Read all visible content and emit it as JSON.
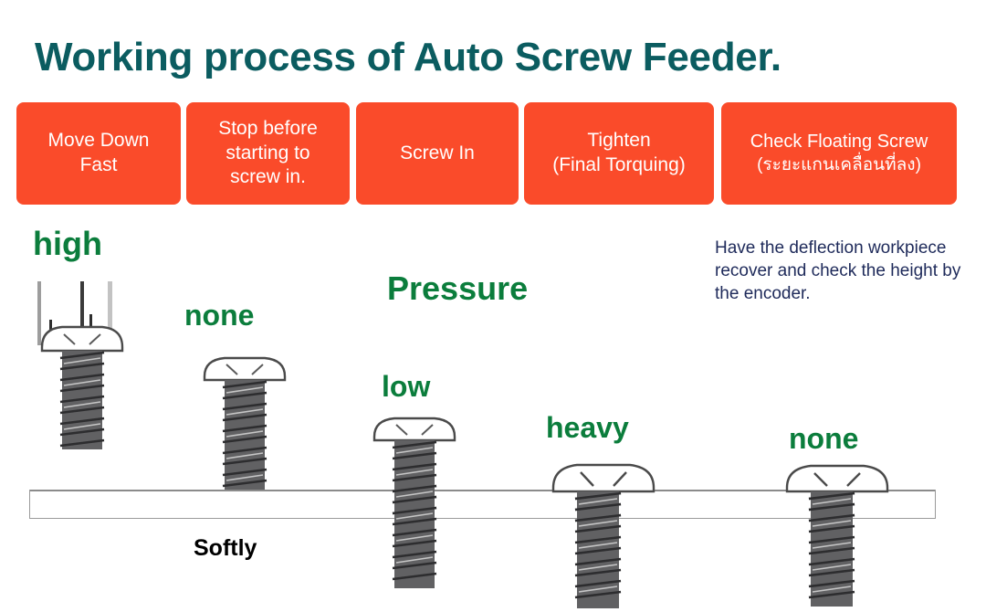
{
  "title": "Working process of Auto Screw Feeder.",
  "steps": [
    {
      "label": "Move Down\nFast"
    },
    {
      "label": "Stop before\nstarting to\nscrew in."
    },
    {
      "label": "Screw In"
    },
    {
      "label": "Tighten\n(Final Torquing)"
    },
    {
      "label_en": "Check Floating Screw",
      "label_th": "(ระยะแกนเคลื่อนที่ลง)"
    }
  ],
  "pressure_labels": {
    "caption": "Pressure",
    "stage1": "high",
    "stage2": "none",
    "stage3": "low",
    "stage4": "heavy",
    "stage5": "none"
  },
  "softly_label": "Softly",
  "note": "Have the deflection workpiece recover and check the height by the encoder.",
  "colors": {
    "title": "#0b5c60",
    "step_box": "#fa4b2a",
    "step_text": "#ffffff",
    "pressure_label": "#0b7d3c",
    "note_text": "#1e2a5a",
    "softly_text": "#000000",
    "background": "#ffffff",
    "workpiece_outline": "#9a9a9a",
    "screw_body": "#58585a"
  },
  "diagram": {
    "type": "process-illustration",
    "stages": 5,
    "workpiece": "horizontal flat bar",
    "screws": [
      {
        "stage": 1,
        "head_state": "held by feeder fixture above workpiece",
        "pressure": "high"
      },
      {
        "stage": 2,
        "head_state": "lowered, tip touching workpiece",
        "pressure": "none"
      },
      {
        "stage": 3,
        "head_state": "threading into workpiece",
        "pressure": "low"
      },
      {
        "stage": 4,
        "head_state": "head seated, final torque",
        "pressure": "heavy"
      },
      {
        "stage": 5,
        "head_state": "seated, floating screw check",
        "pressure": "none"
      }
    ]
  }
}
